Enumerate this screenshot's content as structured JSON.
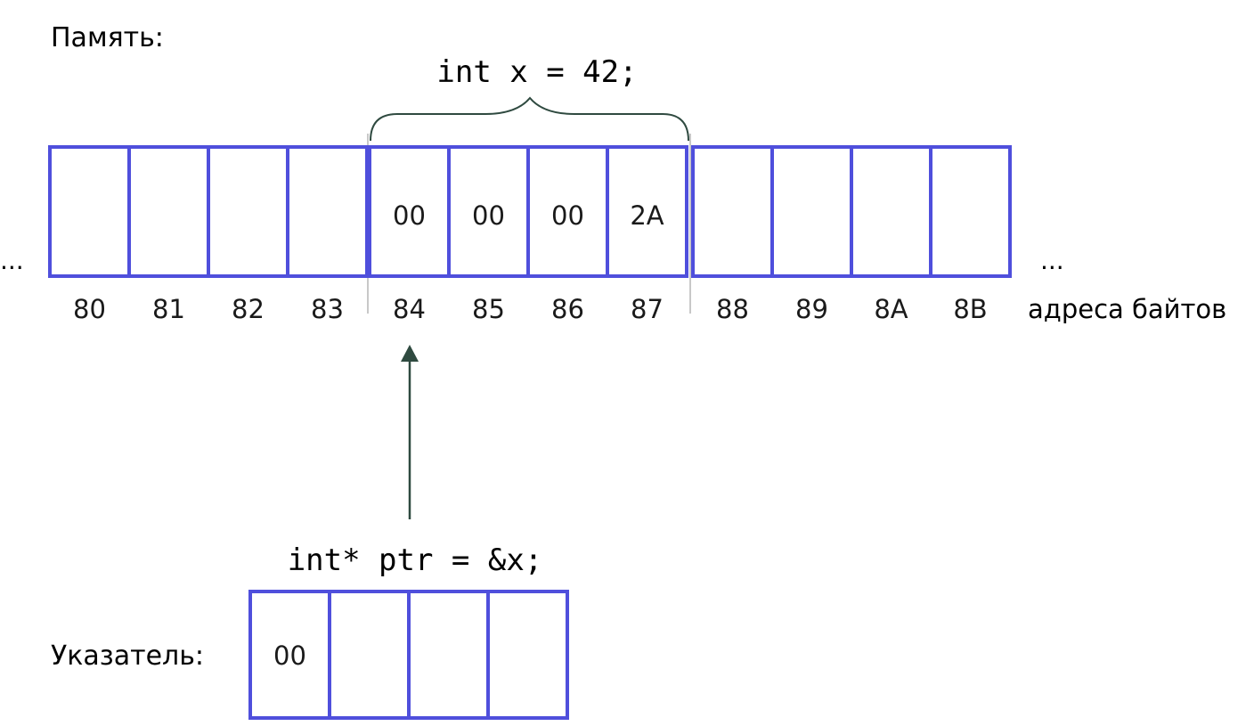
{
  "memory_label": "Память:",
  "variable_declaration": "int x = 42;",
  "ellipsis_left": "...",
  "ellipsis_right": "...",
  "memory_cells": [
    {
      "address": "80",
      "value": ""
    },
    {
      "address": "81",
      "value": ""
    },
    {
      "address": "82",
      "value": ""
    },
    {
      "address": "83",
      "value": ""
    },
    {
      "address": "84",
      "value": "00"
    },
    {
      "address": "85",
      "value": "00"
    },
    {
      "address": "86",
      "value": "00"
    },
    {
      "address": "87",
      "value": "2A"
    },
    {
      "address": "88",
      "value": ""
    },
    {
      "address": "89",
      "value": ""
    },
    {
      "address": "8A",
      "value": ""
    },
    {
      "address": "8B",
      "value": ""
    }
  ],
  "addresses_caption": "адреса байтов",
  "pointer_declaration": "int* ptr = &x;",
  "pointer_label": "Указатель:",
  "pointer_cells": [
    "00",
    "",
    "",
    ""
  ],
  "colors": {
    "cell_border": "#4f4fdc",
    "arrow": "#2f4a40",
    "brace": "#2f4a40",
    "guide": "#c8c8c8",
    "text": "#1a1a1a"
  }
}
